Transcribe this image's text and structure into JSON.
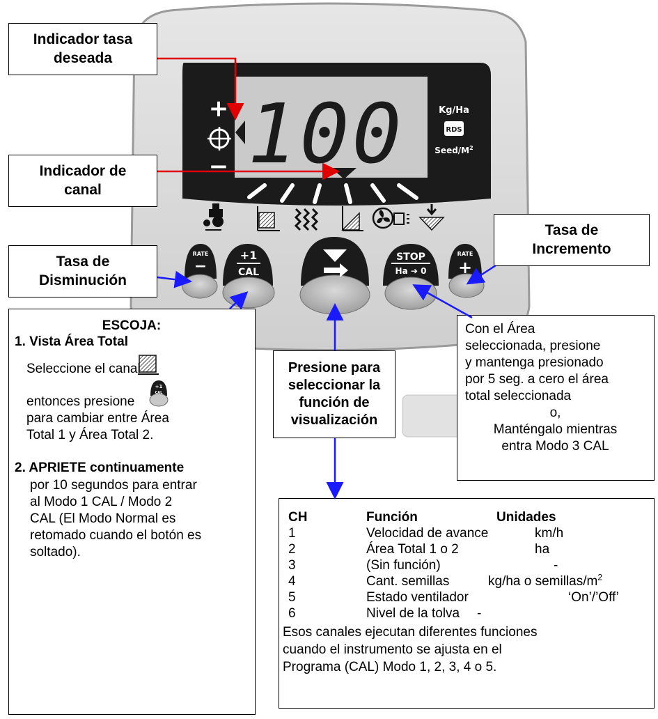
{
  "display": {
    "reading": "100",
    "unit_kgha": "Kg/Ha",
    "unit_seed": "Seed/M",
    "unit_seed_sup": "2",
    "brand": "RDS",
    "plus": "+",
    "minus": "−"
  },
  "buttons": {
    "rate_minus": {
      "top": "RATE",
      "main": "−"
    },
    "cal": {
      "top": "+1",
      "main": "CAL"
    },
    "stop": {
      "top": "STOP",
      "main": "Ha ➔ 0"
    },
    "rate_plus": {
      "top": "RATE",
      "main": "+"
    }
  },
  "callouts": {
    "target_rate": [
      "Indicador tasa",
      "deseada"
    ],
    "channel": [
      "Indicador de",
      "canal"
    ],
    "rate_increase": [
      "Tasa de",
      "Incremento"
    ],
    "rate_decrease": [
      "Tasa de",
      "Disminución"
    ],
    "select_function": [
      "Presione para",
      "seleccionar la",
      "función de",
      "visualización"
    ]
  },
  "choose_box": {
    "title": "ESCOJA:",
    "item1_title": "1.  Vista Área Total",
    "item1_line1": "Seleccione el canal",
    "item1_line2": "entonces presione",
    "item1_line3": "para cambiar entre Área",
    "item1_line4": "Total 1 y Área Total 2.",
    "item2_title": "2. APRIETE continuamente",
    "item2_lines": [
      "por 10 segundos para entrar",
      "al Modo 1 CAL / Modo 2",
      "CAL (El Modo Normal es",
      "retomado cuando el botón es",
      "soltado)."
    ]
  },
  "stop_note": {
    "lines": [
      "Con el Área",
      "seleccionada, presione",
      "y mantenga presionado",
      "por 5 seg. a cero el área",
      "total seleccionada"
    ],
    "centered": [
      "o,",
      "Manténgalo mientras",
      "entra Modo 3 CAL"
    ]
  },
  "channel_table": {
    "headers": [
      "CH",
      "Función",
      "Unidades"
    ],
    "rows": [
      {
        "ch": "1",
        "func": "Velocidad de avance",
        "unit": "km/h"
      },
      {
        "ch": "2",
        "func": "Área Total 1 o 2",
        "unit": "ha"
      },
      {
        "ch": "3",
        "func": "(Sin función)",
        "unit": "-"
      },
      {
        "ch": "4",
        "func": "Cant. semillas",
        "unit": "kg/ha o semillas/m",
        "unit_sup": "2"
      },
      {
        "ch": "5",
        "func": "Estado ventilador",
        "unit": "‘On’/’Off’"
      },
      {
        "ch": "6",
        "func": "Nivel de la tolva",
        "unit": "-"
      }
    ],
    "footer": [
      "Esos canales ejecutan diferentes funciones",
      "cuando el instrumento se ajusta en el",
      "Programa (CAL) Modo 1, 2, 3, 4 o 5."
    ]
  },
  "colors": {
    "leader_red": "#e00000",
    "leader_blue": "#1a1aff",
    "panel": "#dedede",
    "bezel": "#1b1b1b",
    "lcd": "#cacaca"
  }
}
